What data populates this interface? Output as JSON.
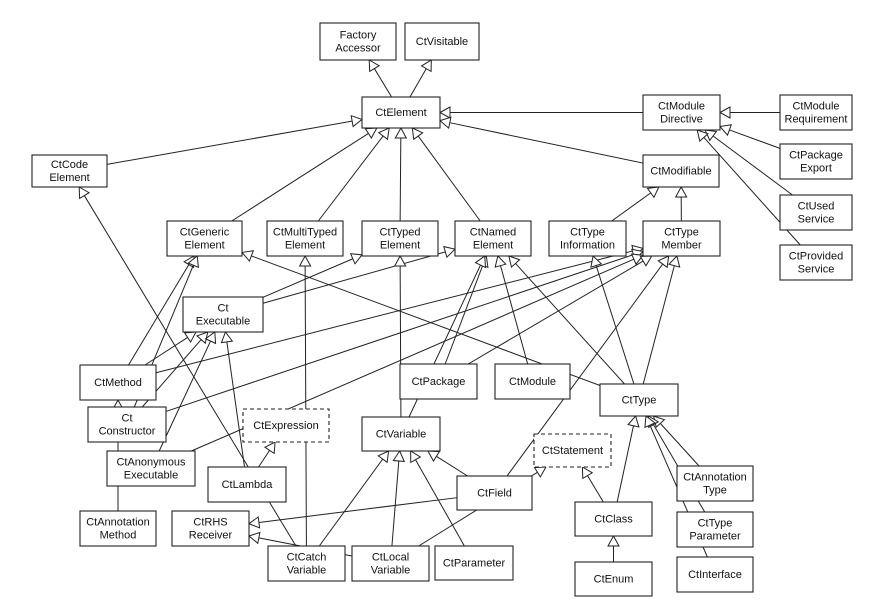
{
  "diagram": {
    "nodes": [
      {
        "id": "FactoryAccessor",
        "lines": [
          "Factory",
          "Accessor"
        ]
      },
      {
        "id": "CtVisitable",
        "lines": [
          "CtVisitable"
        ]
      },
      {
        "id": "CtElement",
        "lines": [
          "CtElement"
        ]
      },
      {
        "id": "CtModuleDirective",
        "lines": [
          "CtModule",
          "Directive"
        ]
      },
      {
        "id": "CtModuleRequirement",
        "lines": [
          "CtModule",
          "Requirement"
        ]
      },
      {
        "id": "CtPackageExport",
        "lines": [
          "CtPackage",
          "Export"
        ]
      },
      {
        "id": "CtUsedService",
        "lines": [
          "CtUsed",
          "Service"
        ]
      },
      {
        "id": "CtProvidedService",
        "lines": [
          "CtProvided",
          "Service"
        ]
      },
      {
        "id": "CtCodeElement",
        "lines": [
          "CtCode",
          "Element"
        ]
      },
      {
        "id": "CtModifiable",
        "lines": [
          "CtModifiable"
        ]
      },
      {
        "id": "CtGenericElement",
        "lines": [
          "CtGeneric",
          "Element"
        ]
      },
      {
        "id": "CtMultiTypedElement",
        "lines": [
          "CtMultiTyped",
          "Element"
        ]
      },
      {
        "id": "CtTypedElement",
        "lines": [
          "CtTyped",
          "Element"
        ]
      },
      {
        "id": "CtNamedElement",
        "lines": [
          "CtNamed",
          "Element"
        ]
      },
      {
        "id": "CtTypeInformation",
        "lines": [
          "CtType",
          "Information"
        ]
      },
      {
        "id": "CtTypeMember",
        "lines": [
          "CtType",
          "Member"
        ]
      },
      {
        "id": "CtExecutable",
        "lines": [
          "Ct",
          "Executable"
        ]
      },
      {
        "id": "CtMethod",
        "lines": [
          "CtMethod"
        ]
      },
      {
        "id": "CtPackage",
        "lines": [
          "CtPackage"
        ]
      },
      {
        "id": "CtModule",
        "lines": [
          "CtModule"
        ]
      },
      {
        "id": "CtType",
        "lines": [
          "CtType"
        ]
      },
      {
        "id": "CtConstructor",
        "lines": [
          "Ct",
          "Constructor"
        ]
      },
      {
        "id": "CtExpression",
        "lines": [
          "CtExpression"
        ],
        "dashed": true
      },
      {
        "id": "CtVariable",
        "lines": [
          "CtVariable"
        ]
      },
      {
        "id": "CtStatement",
        "lines": [
          "CtStatement"
        ],
        "dashed": true
      },
      {
        "id": "CtAnonymousExecutable",
        "lines": [
          "CtAnonymous",
          "Executable"
        ]
      },
      {
        "id": "CtLambda",
        "lines": [
          "CtLambda"
        ]
      },
      {
        "id": "CtField",
        "lines": [
          "CtField"
        ]
      },
      {
        "id": "CtAnnotationType",
        "lines": [
          "CtAnnotation",
          "Type"
        ]
      },
      {
        "id": "CtAnnotationMethod",
        "lines": [
          "CtAnnotation",
          "Method"
        ]
      },
      {
        "id": "CtRHSReceiver",
        "lines": [
          "CtRHS",
          "Receiver"
        ]
      },
      {
        "id": "CtClass",
        "lines": [
          "CtClass"
        ]
      },
      {
        "id": "CtTypeParameter",
        "lines": [
          "CtType",
          "Parameter"
        ]
      },
      {
        "id": "CtCatchVariable",
        "lines": [
          "CtCatch",
          "Variable"
        ]
      },
      {
        "id": "CtLocalVariable",
        "lines": [
          "CtLocal",
          "Variable"
        ]
      },
      {
        "id": "CtParameter",
        "lines": [
          "CtParameter"
        ]
      },
      {
        "id": "CtEnum",
        "lines": [
          "CtEnum"
        ]
      },
      {
        "id": "CtInterface",
        "lines": [
          "CtInterface"
        ]
      }
    ],
    "edges": [
      {
        "from": "CtElement",
        "to": "FactoryAccessor"
      },
      {
        "from": "CtElement",
        "to": "CtVisitable"
      },
      {
        "from": "CtModuleDirective",
        "to": "CtElement"
      },
      {
        "from": "CtModuleRequirement",
        "to": "CtModuleDirective"
      },
      {
        "from": "CtPackageExport",
        "to": "CtModuleDirective"
      },
      {
        "from": "CtUsedService",
        "to": "CtModuleDirective"
      },
      {
        "from": "CtProvidedService",
        "to": "CtModuleDirective"
      },
      {
        "from": "CtCodeElement",
        "to": "CtElement"
      },
      {
        "from": "CtModifiable",
        "to": "CtElement"
      },
      {
        "from": "CtGenericElement",
        "to": "CtElement"
      },
      {
        "from": "CtMultiTypedElement",
        "to": "CtElement"
      },
      {
        "from": "CtTypedElement",
        "to": "CtElement"
      },
      {
        "from": "CtNamedElement",
        "to": "CtElement"
      },
      {
        "from": "CtTypeInformation",
        "to": "CtModifiable"
      },
      {
        "from": "CtTypeMember",
        "to": "CtModifiable"
      },
      {
        "from": "CtExecutable",
        "to": "CtTypedElement"
      },
      {
        "from": "CtExecutable",
        "to": "CtNamedElement"
      },
      {
        "from": "CtMethod",
        "to": "CtGenericElement"
      },
      {
        "from": "CtMethod",
        "to": "CtExecutable"
      },
      {
        "from": "CtMethod",
        "to": "CtTypeMember"
      },
      {
        "from": "CtConstructor",
        "to": "CtGenericElement"
      },
      {
        "from": "CtConstructor",
        "to": "CtExecutable"
      },
      {
        "from": "CtConstructor",
        "to": "CtTypeMember"
      },
      {
        "from": "CtAnonymousExecutable",
        "to": "CtExecutable"
      },
      {
        "from": "CtAnonymousExecutable",
        "to": "CtTypeMember"
      },
      {
        "from": "CtLambda",
        "to": "CtExecutable"
      },
      {
        "from": "CtLambda",
        "to": "CtExpression"
      },
      {
        "from": "CtAnnotationMethod",
        "to": "CtMethod"
      },
      {
        "from": "CtPackage",
        "to": "CtNamedElement"
      },
      {
        "from": "CtPackage",
        "to": "CtTypeMember"
      },
      {
        "from": "CtModule",
        "to": "CtNamedElement"
      },
      {
        "from": "CtType",
        "to": "CtGenericElement"
      },
      {
        "from": "CtType",
        "to": "CtNamedElement"
      },
      {
        "from": "CtType",
        "to": "CtTypeInformation"
      },
      {
        "from": "CtType",
        "to": "CtTypeMember"
      },
      {
        "from": "CtVariable",
        "to": "CtTypedElement"
      },
      {
        "from": "CtVariable",
        "to": "CtNamedElement"
      },
      {
        "from": "CtField",
        "to": "CtVariable"
      },
      {
        "from": "CtField",
        "to": "CtTypeMember"
      },
      {
        "from": "CtField",
        "to": "CtRHSReceiver"
      },
      {
        "from": "CtCatchVariable",
        "to": "CtVariable"
      },
      {
        "from": "CtCatchVariable",
        "to": "CtMultiTypedElement"
      },
      {
        "from": "CtCatchVariable",
        "to": "CtCodeElement"
      },
      {
        "from": "CtLocalVariable",
        "to": "CtVariable"
      },
      {
        "from": "CtLocalVariable",
        "to": "CtStatement"
      },
      {
        "from": "CtLocalVariable",
        "to": "CtRHSReceiver"
      },
      {
        "from": "CtParameter",
        "to": "CtVariable"
      },
      {
        "from": "CtClass",
        "to": "CtType"
      },
      {
        "from": "CtClass",
        "to": "CtStatement"
      },
      {
        "from": "CtEnum",
        "to": "CtClass"
      },
      {
        "from": "CtAnnotationType",
        "to": "CtType"
      },
      {
        "from": "CtTypeParameter",
        "to": "CtType"
      },
      {
        "from": "CtInterface",
        "to": "CtType"
      }
    ]
  }
}
